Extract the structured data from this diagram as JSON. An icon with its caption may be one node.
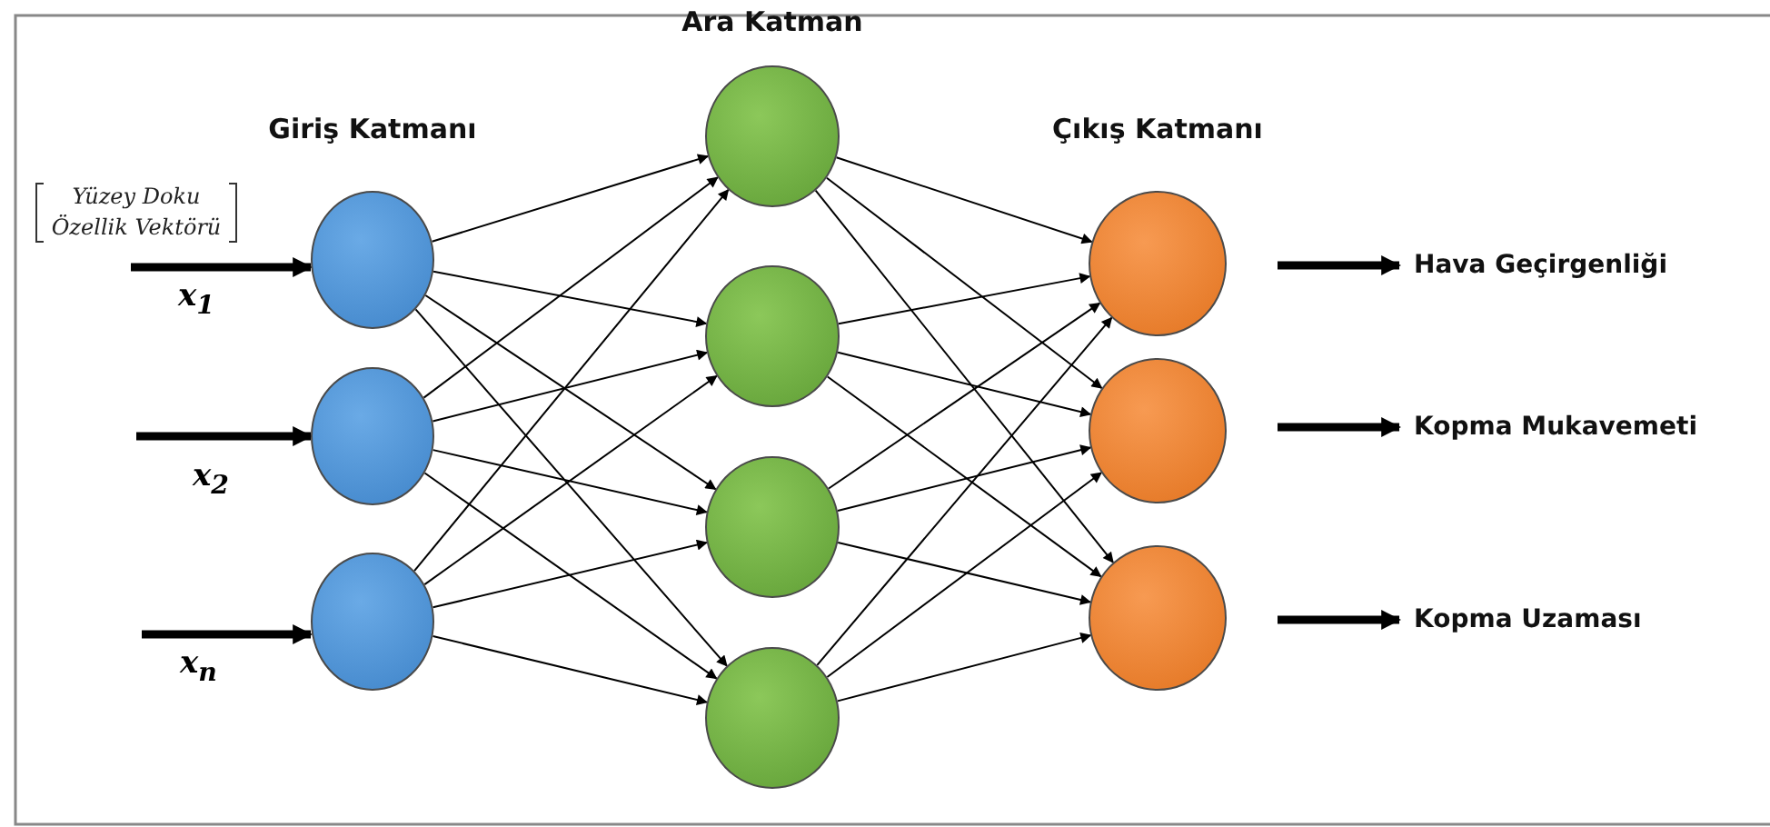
{
  "diagram": {
    "nodes": [
      {
        "text": [],
        "shape": "circle"
      },
      {
        "text": [],
        "shape": "circle"
      },
      {
        "text": [],
        "shape": "circle"
      },
      {
        "text": [],
        "shape": "circle"
      },
      {
        "text": [],
        "shape": "circle"
      },
      {
        "text": [],
        "shape": "circle"
      },
      {
        "text": [],
        "shape": "circle"
      },
      {
        "text": [],
        "shape": "circle"
      },
      {
        "text": [],
        "shape": "circle"
      },
      {
        "text": [],
        "shape": "circle"
      },
      {
        "text": [
          "Hava Geçirgenliği"
        ]
      },
      {
        "text": [
          "Kopma Mukavemeti"
        ]
      },
      {
        "text": [
          "Kopma Uzaması"
        ]
      }
    ],
    "edges": [
      {
        "from": null,
        "to": 0,
        "arrow": "to",
        "label": "x$_{1}$",
        "style": "thick"
      },
      {
        "from": null,
        "to": 1,
        "arrow": "to",
        "label": "x$_{2}$",
        "style": "thick"
      },
      {
        "from": null,
        "to": 2,
        "arrow": "to",
        "label": "x$_{n}$",
        "style": "thick"
      },
      {
        "from": 0,
        "to": 3,
        "arrow": "to"
      },
      {
        "from": 0,
        "to": 4,
        "arrow": "to"
      },
      {
        "from": 0,
        "to": 5,
        "arrow": "to"
      },
      {
        "from": 0,
        "to": 6,
        "arrow": "to"
      },
      {
        "from": 1,
        "to": 3,
        "arrow": "to"
      },
      {
        "from": 1,
        "to": 4,
        "arrow": "to"
      },
      {
        "from": 1,
        "to": 5,
        "arrow": "to"
      },
      {
        "from": 1,
        "to": 6,
        "arrow": "to"
      },
      {
        "from": 2,
        "to": 3,
        "arrow": "to"
      },
      {
        "from": 2,
        "to": 4,
        "arrow": "to"
      },
      {
        "from": 2,
        "to": 5,
        "arrow": "to"
      },
      {
        "from": 2,
        "to": 6,
        "arrow": "to"
      },
      {
        "from": 3,
        "to": 7,
        "arrow": "to"
      },
      {
        "from": 3,
        "to": 8,
        "arrow": "to"
      },
      {
        "from": 3,
        "to": 9,
        "arrow": "to"
      },
      {
        "from": 4,
        "to": 7,
        "arrow": "to"
      },
      {
        "from": 4,
        "to": 8,
        "arrow": "to"
      },
      {
        "from": 4,
        "to": 9,
        "arrow": "to"
      },
      {
        "from": 5,
        "to": 7,
        "arrow": "to"
      },
      {
        "from": 5,
        "to": 8,
        "arrow": "to"
      },
      {
        "from": 5,
        "to": 9,
        "arrow": "to"
      },
      {
        "from": 6,
        "to": 7,
        "arrow": "to"
      },
      {
        "from": 6,
        "to": 8,
        "arrow": "to"
      },
      {
        "from": 6,
        "to": 9,
        "arrow": "to"
      },
      {
        "from": 7,
        "to": 10,
        "arrow": "to",
        "style": "thick"
      },
      {
        "from": 8,
        "to": 11,
        "arrow": "to",
        "style": "thick"
      },
      {
        "from": 9,
        "to": 12,
        "arrow": "to",
        "style": "thick"
      }
    ],
    "labels": [
      "Ara Katman",
      "Giriş Katmanı",
      "Çıkış Katmanı",
      "Yüzey Doku Özellik Vektörü"
    ]
  }
}
